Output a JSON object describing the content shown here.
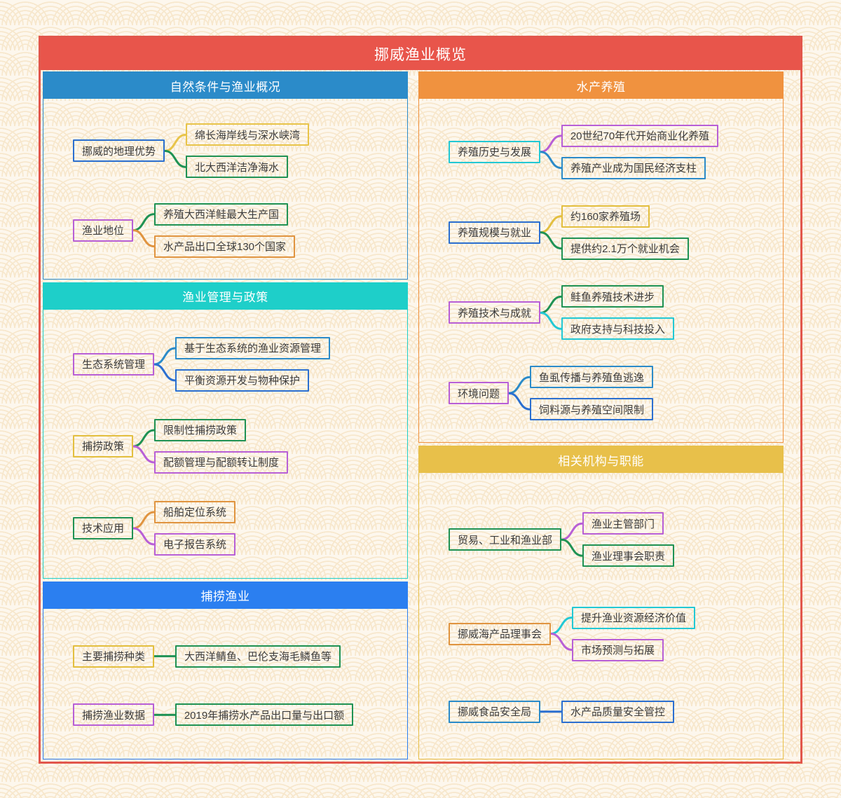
{
  "title": "挪威渔业概览",
  "theme": {
    "title_bg": "#e8554b",
    "frame_border": "#e2574c",
    "page_bg": "#fdf7ed",
    "pattern": "#f7e7cc",
    "text": "#3b3b3b"
  },
  "palette": {
    "blue": "#2b7fc4",
    "teal": "#1ecfc9",
    "dodger": "#2b7ff0",
    "orange": "#f29a42",
    "gold": "#e8c44a",
    "green": "#1f9254",
    "purple": "#a855d6",
    "yellow": "#e3bf3f",
    "lightblue": "#2f8fd0",
    "cyan": "#22c8d4"
  },
  "sections": [
    {
      "id": "natural-conditions",
      "column": "left",
      "header": "自然条件与渔业概况",
      "header_color": "#2b8bc9",
      "topics": [
        {
          "label": "挪威的地理优势",
          "color": "#2b6fd0",
          "children": [
            {
              "label": "绵长海岸线与深水峡湾",
              "color": "#e8c44a"
            },
            {
              "label": "北大西洋洁净海水",
              "color": "#1f9254"
            }
          ]
        },
        {
          "label": "渔业地位",
          "color": "#b85fd6",
          "children": [
            {
              "label": "养殖大西洋鲑最大生产国",
              "color": "#1f9254"
            },
            {
              "label": "水产品出口全球130个国家",
              "color": "#e09440"
            }
          ]
        }
      ]
    },
    {
      "id": "fishery-management",
      "column": "left",
      "header": "渔业管理与政策",
      "header_color": "#1ecfc9",
      "topics": [
        {
          "label": "生态系统管理",
          "color": "#b85fd6",
          "children": [
            {
              "label": "基于生态系统的渔业资源管理",
              "color": "#2b8bc9"
            },
            {
              "label": "平衡资源开发与物种保护",
              "color": "#2b6fd0"
            }
          ]
        },
        {
          "label": "捕捞政策",
          "color": "#e3bf3f",
          "children": [
            {
              "label": "限制性捕捞政策",
              "color": "#1f9254"
            },
            {
              "label": "配额管理与配额转让制度",
              "color": "#b85fd6"
            }
          ]
        },
        {
          "label": "技术应用",
          "color": "#1f9254",
          "children": [
            {
              "label": "船舶定位系统",
              "color": "#e09440"
            },
            {
              "label": "电子报告系统",
              "color": "#b85fd6"
            }
          ]
        }
      ]
    },
    {
      "id": "capture-fishery",
      "column": "left",
      "header": "捕捞渔业",
      "header_color": "#2b7ff0",
      "topics": [
        {
          "label": "主要捕捞种类",
          "color": "#e3bf3f",
          "children": [
            {
              "label": "大西洋鲭鱼、巴伦支海毛鳞鱼等",
              "color": "#1f9254"
            }
          ]
        },
        {
          "label": "捕捞渔业数据",
          "color": "#b85fd6",
          "children": [
            {
              "label": "2019年捕捞水产品出口量与出口额",
              "color": "#1f9254"
            }
          ]
        }
      ]
    },
    {
      "id": "aquaculture",
      "column": "right",
      "header": "水产养殖",
      "header_color": "#f0923f",
      "topics": [
        {
          "label": "养殖历史与发展",
          "color": "#22c8d4",
          "children": [
            {
              "label": "20世纪70年代开始商业化养殖",
              "color": "#b85fd6"
            },
            {
              "label": "养殖产业成为国民经济支柱",
              "color": "#2b8bc9"
            }
          ]
        },
        {
          "label": "养殖规模与就业",
          "color": "#2b6fd0",
          "children": [
            {
              "label": "约160家养殖场",
              "color": "#e3bf3f"
            },
            {
              "label": "提供约2.1万个就业机会",
              "color": "#1f9254"
            }
          ]
        },
        {
          "label": "养殖技术与成就",
          "color": "#b85fd6",
          "children": [
            {
              "label": "鲑鱼养殖技术进步",
              "color": "#1f9254"
            },
            {
              "label": "政府支持与科技投入",
              "color": "#22c8d4"
            }
          ]
        },
        {
          "label": "环境问题",
          "color": "#b85fd6",
          "children": [
            {
              "label": "鱼虱传播与养殖鱼逃逸",
              "color": "#2b8bc9"
            },
            {
              "label": "饲料源与养殖空间限制",
              "color": "#2b6fd0"
            }
          ]
        }
      ]
    },
    {
      "id": "institutions",
      "column": "right",
      "header": "相关机构与职能",
      "header_color": "#e8c04a",
      "topics": [
        {
          "label": "贸易、工业和渔业部",
          "color": "#1f9254",
          "children": [
            {
              "label": "渔业主管部门",
              "color": "#b85fd6"
            },
            {
              "label": "渔业理事会职责",
              "color": "#1f9254"
            }
          ]
        },
        {
          "label": "挪威海产品理事会",
          "color": "#e09440",
          "children": [
            {
              "label": "提升渔业资源经济价值",
              "color": "#22c8d4"
            },
            {
              "label": "市场预测与拓展",
              "color": "#b85fd6"
            }
          ]
        },
        {
          "label": "挪威食品安全局",
          "color": "#2b8bc9",
          "children": [
            {
              "label": "水产品质量安全管控",
              "color": "#2b6fd0"
            }
          ]
        }
      ]
    }
  ]
}
